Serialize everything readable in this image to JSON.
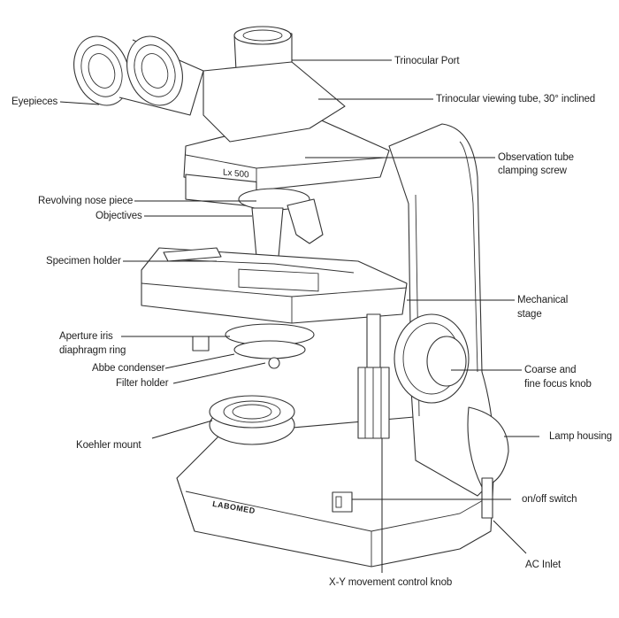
{
  "diagram": {
    "subject": "Trinocular compound microscope",
    "model_badge": "Lx 500",
    "brand_badge": "LABOMED",
    "labels": {
      "trinocular_port": "Trinocular Port",
      "viewing_tube": "Trinocular viewing tube, 30° inclined",
      "eyepieces": "Eyepieces",
      "clamping_screw_1": "Observation tube",
      "clamping_screw_2": "clamping screw",
      "nose_piece": "Revolving nose piece",
      "objectives": "Objectives",
      "specimen_holder": "Specimen holder",
      "mech_stage_1": "Mechanical",
      "mech_stage_2": "stage",
      "aperture_1": "Aperture iris",
      "aperture_2": "diaphragm ring",
      "abbe": "Abbe condenser",
      "filter": "Filter holder",
      "focus_1": "Coarse and",
      "focus_2": "fine focus knob",
      "lamp": "Lamp housing",
      "koehler": "Koehler mount",
      "switch": "on/off switch",
      "ac": "AC Inlet",
      "xy": "X-Y movement control knob"
    }
  }
}
